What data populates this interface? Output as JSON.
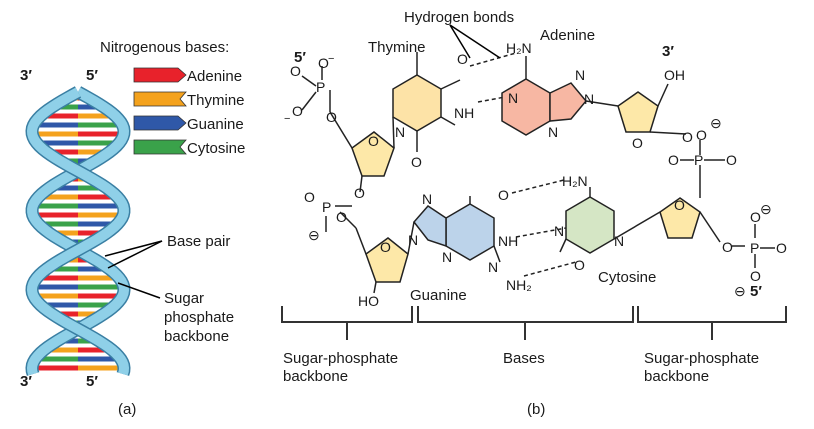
{
  "panel_a": {
    "label": "(a)",
    "ends": {
      "top_left": "3′",
      "top_right": "5′",
      "bottom_left": "3′",
      "bottom_right": "5′"
    },
    "legend": {
      "title": "Nitrogenous bases:",
      "items": [
        {
          "label": "Adenine",
          "color": "#e8222b",
          "shape": "arrow"
        },
        {
          "label": "Thymine",
          "color": "#f4a21d",
          "shape": "notch"
        },
        {
          "label": "Guanine",
          "color": "#2f58a8",
          "shape": "arrow"
        },
        {
          "label": "Cytosine",
          "color": "#3aa24a",
          "shape": "notch"
        }
      ]
    },
    "callouts": {
      "base_pair": "Base pair",
      "backbone_line1": "Sugar",
      "backbone_line2": "phosphate",
      "backbone_line3": "backbone"
    },
    "backbone_color": "#8fd0e8"
  },
  "panel_b": {
    "label": "(b)",
    "hydrogen_bonds": "Hydrogen bonds",
    "bases": {
      "thymine": {
        "label": "Thymine",
        "color": "#fde3a7"
      },
      "adenine": {
        "label": "Adenine",
        "color": "#f7b7a3"
      },
      "guanine": {
        "label": "Guanine",
        "color": "#bcd3ea"
      },
      "cytosine": {
        "label": "Cytosine",
        "color": "#d5e6c5"
      }
    },
    "sugar_color": "#fde8a8",
    "ends": {
      "left_top": "5′",
      "right_top": "3′",
      "right_bottom": "5′"
    },
    "atoms": {
      "O": "O",
      "N": "N",
      "NH": "NH",
      "H2N": "H₂N",
      "NH2": "NH₂",
      "OH": "OH",
      "HO": "HO",
      "P": "P",
      "neg": "⊖",
      "minus": "−"
    },
    "sections": {
      "left": [
        "Sugar-phosphate",
        "backbone"
      ],
      "middle": "Bases",
      "right": [
        "Sugar-phosphate",
        "backbone"
      ]
    }
  }
}
